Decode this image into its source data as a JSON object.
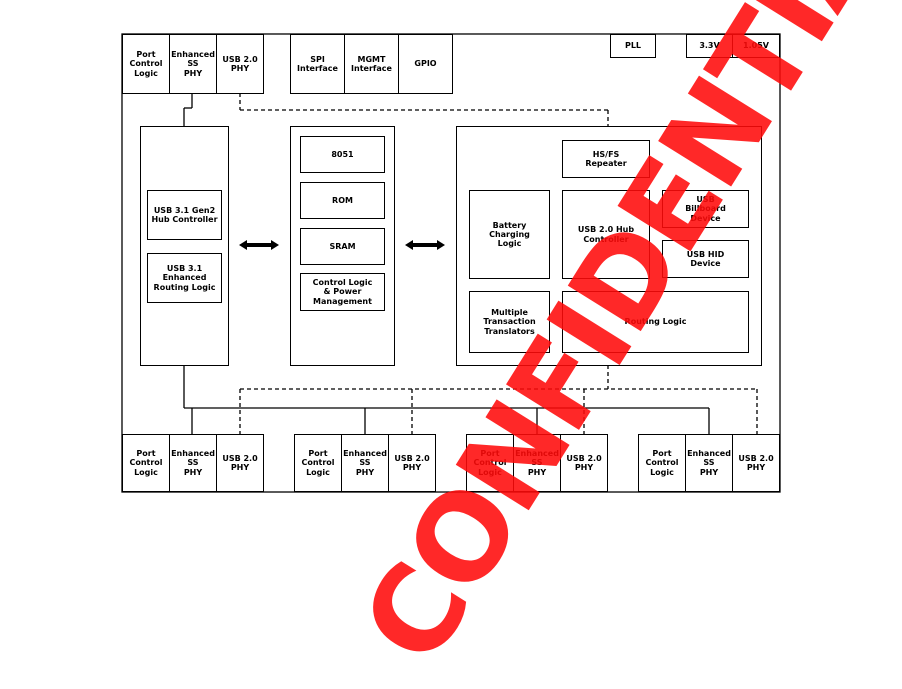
{
  "top_left_ports": [
    {
      "label": "Port\nControl\nLogic"
    },
    {
      "label": "Enhanced\nSS\nPHY"
    },
    {
      "label": "USB 2.0\nPHY"
    }
  ],
  "top_interfaces": [
    {
      "label": "SPI\nInterface"
    },
    {
      "label": "MGMT\nInterface"
    },
    {
      "label": "GPIO"
    }
  ],
  "top_right": {
    "pll": "PLL",
    "v33": "3.3V",
    "v105": "1.05V"
  },
  "hub31": {
    "controller": "USB 3.1 Gen2\nHub Controller",
    "routing": "USB 3.1\nEnhanced\nRouting Logic"
  },
  "mcu": {
    "cpu": "8051",
    "rom": "ROM",
    "sram": "SRAM",
    "control": "Control Logic\n& Power\nManagement"
  },
  "usb20": {
    "repeater": "HS/FS\nRepeater",
    "battery": "Battery\nCharging\nLogic",
    "hub": "USB 2.0 Hub\nController",
    "billboard": "USB\nBillboard\nDevice",
    "hid": "USB HID\nDevice",
    "mtt": "Multiple\nTransaction\nTranslators",
    "routing": "Routing Logic"
  },
  "bottom_ports": [
    {
      "ctrl": "Port\nControl\nLogic",
      "ss": "Enhanced\nSS\nPHY",
      "phy": "USB 2.0\nPHY"
    },
    {
      "ctrl": "Port\nControl\nLogic",
      "ss": "Enhanced\nSS\nPHY",
      "phy": "USB 2.0\nPHY"
    },
    {
      "ctrl": "Port\nControl\nLogic",
      "ss": "Enhanced\nSS\nPHY",
      "phy": "USB 2.0\nPHY"
    },
    {
      "ctrl": "Port\nControl\nLogic",
      "ss": "Enhanced\nSS\nPHY",
      "phy": "USB 2.0\nPHY"
    }
  ],
  "watermark": "CONFIDENTIAL"
}
